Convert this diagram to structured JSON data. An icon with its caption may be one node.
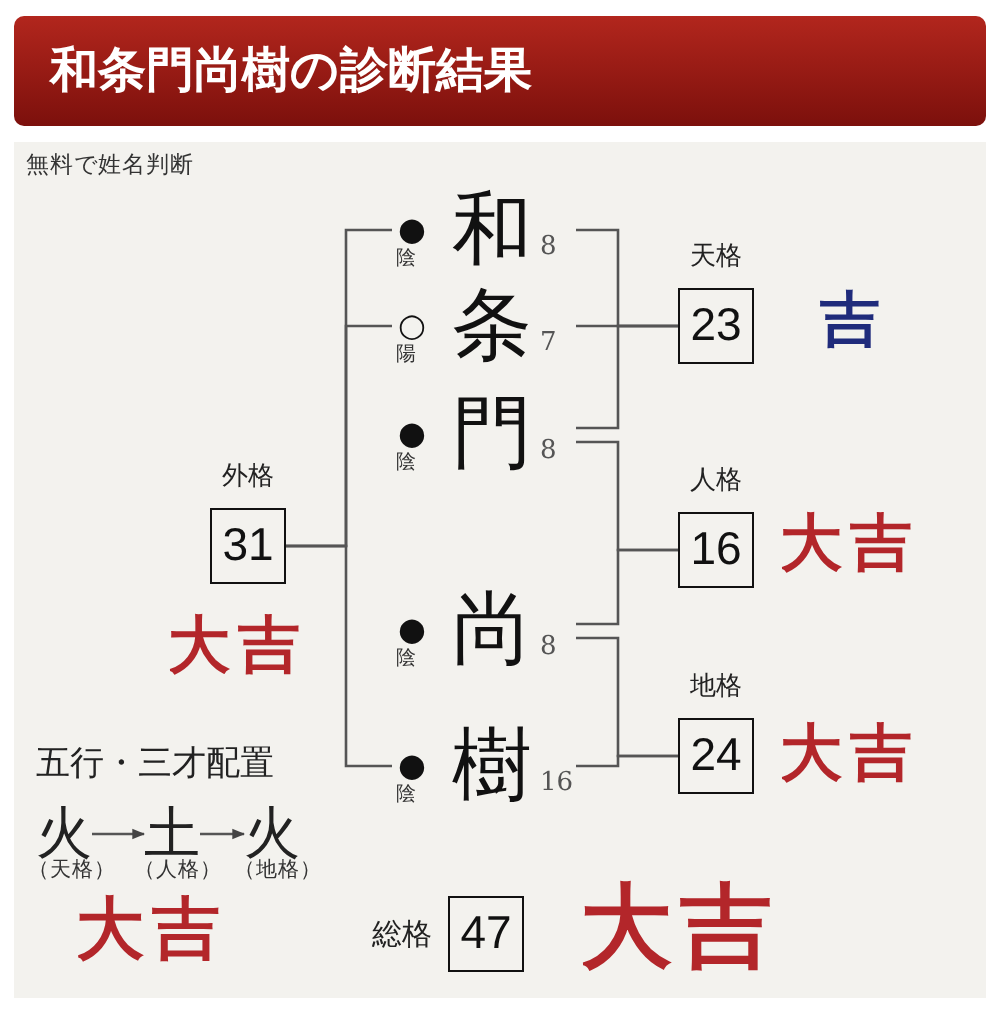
{
  "diagram": {
    "title": "和条門尚樹の診断結果",
    "nodes": [
      {
        "text": [
          "和"
        ],
        "beside": [
          "●",
          "陰",
          "8"
        ]
      },
      {
        "text": [
          "条"
        ],
        "beside": [
          "○",
          "陽",
          "7"
        ]
      },
      {
        "text": [
          "門"
        ],
        "beside": [
          "●",
          "陰",
          "8"
        ]
      },
      {
        "text": [
          "尚"
        ],
        "beside": [
          "●",
          "陰",
          "8"
        ]
      },
      {
        "text": [
          "樹"
        ],
        "beside": [
          "●",
          "陰",
          "16"
        ]
      },
      {
        "text": [
          "外格",
          "31"
        ],
        "beside": [
          "大吉"
        ]
      },
      {
        "text": [
          "天格",
          "23"
        ],
        "beside": [
          "吉"
        ]
      },
      {
        "text": [
          "人格",
          "16"
        ],
        "beside": [
          "大吉"
        ]
      },
      {
        "text": [
          "地格",
          "24"
        ],
        "beside": [
          "大吉"
        ]
      },
      {
        "text": [
          "総格",
          "47"
        ],
        "beside": [
          "大吉"
        ]
      },
      {
        "text": [
          "火"
        ],
        "beside": [
          "（天格）"
        ]
      },
      {
        "text": [
          "土"
        ],
        "beside": [
          "（人格）"
        ]
      },
      {
        "text": [
          "火"
        ],
        "beside": [
          "（地格）"
        ]
      }
    ],
    "edges": [
      {
        "from": 0,
        "to": 6,
        "arrow": "none"
      },
      {
        "from": 1,
        "to": 6,
        "arrow": "none"
      },
      {
        "from": 2,
        "to": 6,
        "arrow": "none"
      },
      {
        "from": 2,
        "to": 7,
        "arrow": "none"
      },
      {
        "from": 3,
        "to": 7,
        "arrow": "none"
      },
      {
        "from": 3,
        "to": 8,
        "arrow": "none"
      },
      {
        "from": 4,
        "to": 8,
        "arrow": "none"
      },
      {
        "from": 0,
        "to": 5,
        "arrow": "none"
      },
      {
        "from": 1,
        "to": 5,
        "arrow": "none"
      },
      {
        "from": 4,
        "to": 5,
        "arrow": "none"
      },
      {
        "from": 10,
        "to": 11,
        "arrow": "to"
      },
      {
        "from": 11,
        "to": 12,
        "arrow": "to"
      }
    ],
    "labels": [
      "無料で姓名判断",
      "五行・三才配置",
      "大吉"
    ]
  }
}
